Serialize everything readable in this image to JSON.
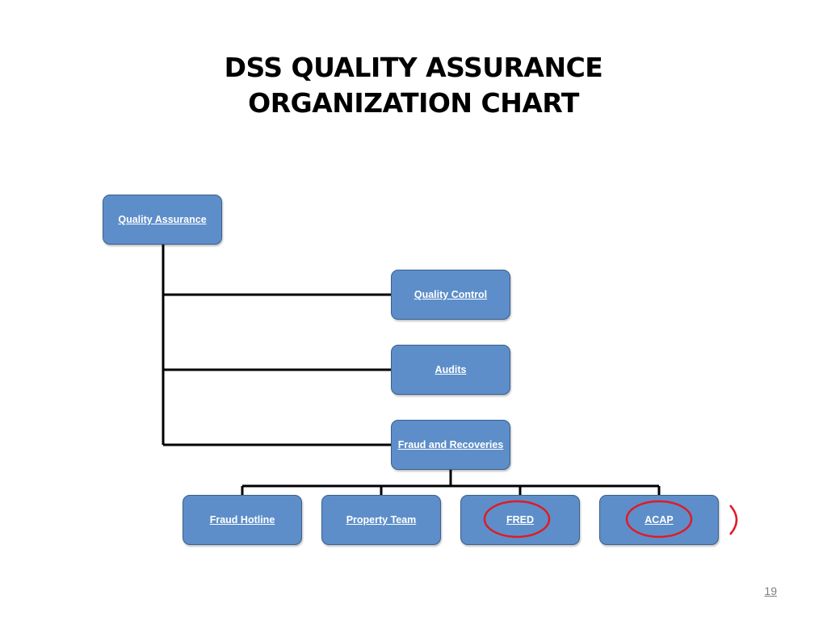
{
  "slide": {
    "title_line1": "DSS QUALITY ASSURANCE",
    "title_line2": "ORGANIZATION CHART",
    "page_number": "19"
  },
  "org_chart": {
    "root": "Quality Assurance",
    "level1": [
      "Quality Control",
      "Audits",
      "Fraud and Recoveries"
    ],
    "fraud_children": [
      "Fraud Hotline",
      "Property Team",
      "FRED",
      "ACAP"
    ],
    "highlighted": [
      "FRED",
      "ACAP"
    ]
  },
  "colors": {
    "node_fill": "#5d8ec9",
    "node_border": "#3a5f8c",
    "connector": "#000000",
    "highlight_circle": "#e01b24"
  }
}
